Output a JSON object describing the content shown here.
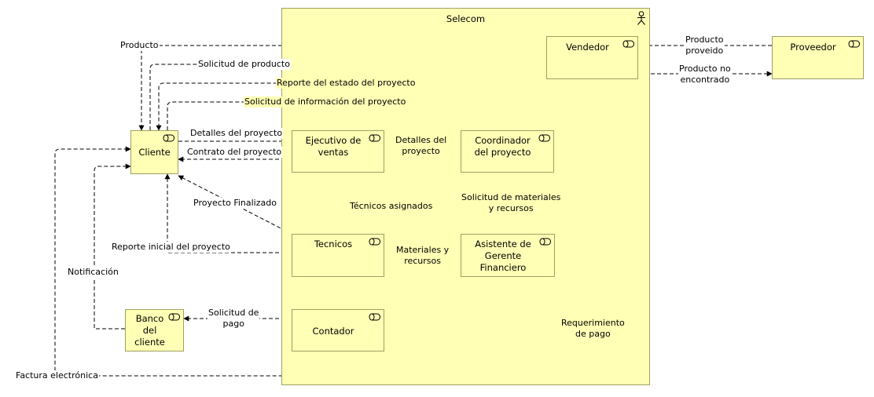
{
  "group": {
    "title": "Selecom"
  },
  "nodes": {
    "vendedor": "Vendedor",
    "proveedor": "Proveedor",
    "cliente": "Cliente",
    "ejecutivo": "Ejecutivo de\nventas",
    "coordinador": "Coordinador\ndel proyecto",
    "tecnicos": "Tecnicos",
    "asistente": "Asistente de\nGerente\nFinanciero",
    "banco": "Banco\ndel\ncliente",
    "contador": "Contador"
  },
  "flows": {
    "producto": "Producto",
    "solicitud_producto": "Solicitud de producto",
    "reporte_estado": "Reporte del estado del proyecto",
    "solicitud_info": "Solicitud de información del proyecto",
    "detalles_cliente": "Detalles del proyecto",
    "contrato": "Contrato del proyecto",
    "detalles_coord": "Detalles del\nproyecto",
    "proyecto_finalizado": "Proyecto Finalizado",
    "tecnicos_asignados": "Técnicos asignados",
    "solicitud_materiales": "Solicitud de materiales\ny recursos",
    "reporte_inicial": "Reporte inicial del proyecto",
    "materiales": "Materiales y\nrecursos",
    "notificacion": "Notificación",
    "solicitud_pago": "Solicitud de\npago",
    "requerimiento_pago": "Requerimiento\nde pago",
    "factura": "Factura electrónica",
    "producto_proveido": "Producto\nproveido",
    "producto_no_encontrado": "Producto no\nencontrado"
  },
  "colors": {
    "fill": "#ffffb5",
    "border": "#a0a062",
    "line": "#000000"
  }
}
